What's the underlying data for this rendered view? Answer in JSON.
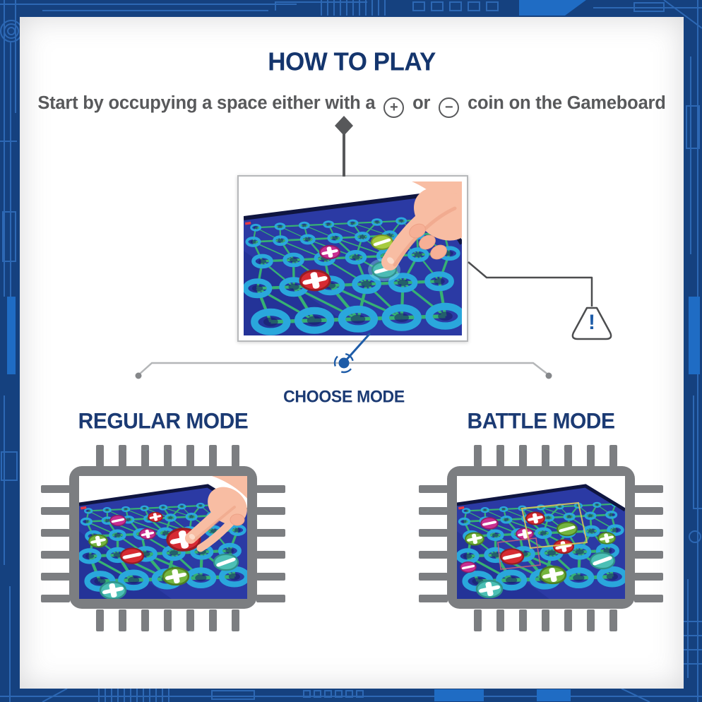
{
  "header": {
    "title": "HOW TO PLAY"
  },
  "instruction": {
    "part1": "Start by occupying a space either with a",
    "plus_icon": "+",
    "part2": "or",
    "minus_icon": "−",
    "part3": "coin on the Gameboard"
  },
  "main_illustration": {
    "description": "Finger placing a teal minus coin onto a circuit-board style gameboard with red and magenta plus coins"
  },
  "warning": {
    "exclamation": "!"
  },
  "choose_mode": {
    "label": "CHOOSE MODE"
  },
  "modes": [
    {
      "id": "regular",
      "label": "REGULAR MODE",
      "description": "Hand picking up a red plus coin on the gameboard shown inside a microchip frame"
    },
    {
      "id": "battle",
      "label": "BATTLE MODE",
      "description": "Gameboard with highlighted battle zones shown inside a microchip frame"
    }
  ],
  "colors": {
    "title_navy": "#14356d",
    "text_gray": "#58595b",
    "connector_gray": "#b4b6b8",
    "connector_dark": "#4c4d4f",
    "link_blue": "#1e5ca8",
    "chip_gray": "#7c7e81",
    "board_blue": "#2b3aa4",
    "ring_cyan": "#2aa7dc",
    "line_green": "#36b273",
    "coin_red": "#d62b33",
    "coin_magenta": "#c92f91",
    "coin_green": "#74b53e",
    "coin_teal": "#4cbfb5",
    "background_navy": "#15417f",
    "trace_blue": "#2d68b4"
  }
}
